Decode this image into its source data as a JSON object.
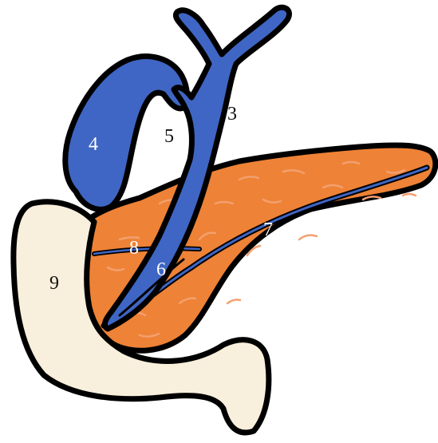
{
  "labels": {
    "l3": "3",
    "l4": "4",
    "l5": "5",
    "l6": "6",
    "l7": "7",
    "l8": "8",
    "l9": "9"
  },
  "colors": {
    "duct_blue": "#3f66c4",
    "pancreas_orange": "#ee8236",
    "pancreas_streak": "#f2a070",
    "duodenum_cream": "#f8efdc",
    "outline": "#000000"
  }
}
